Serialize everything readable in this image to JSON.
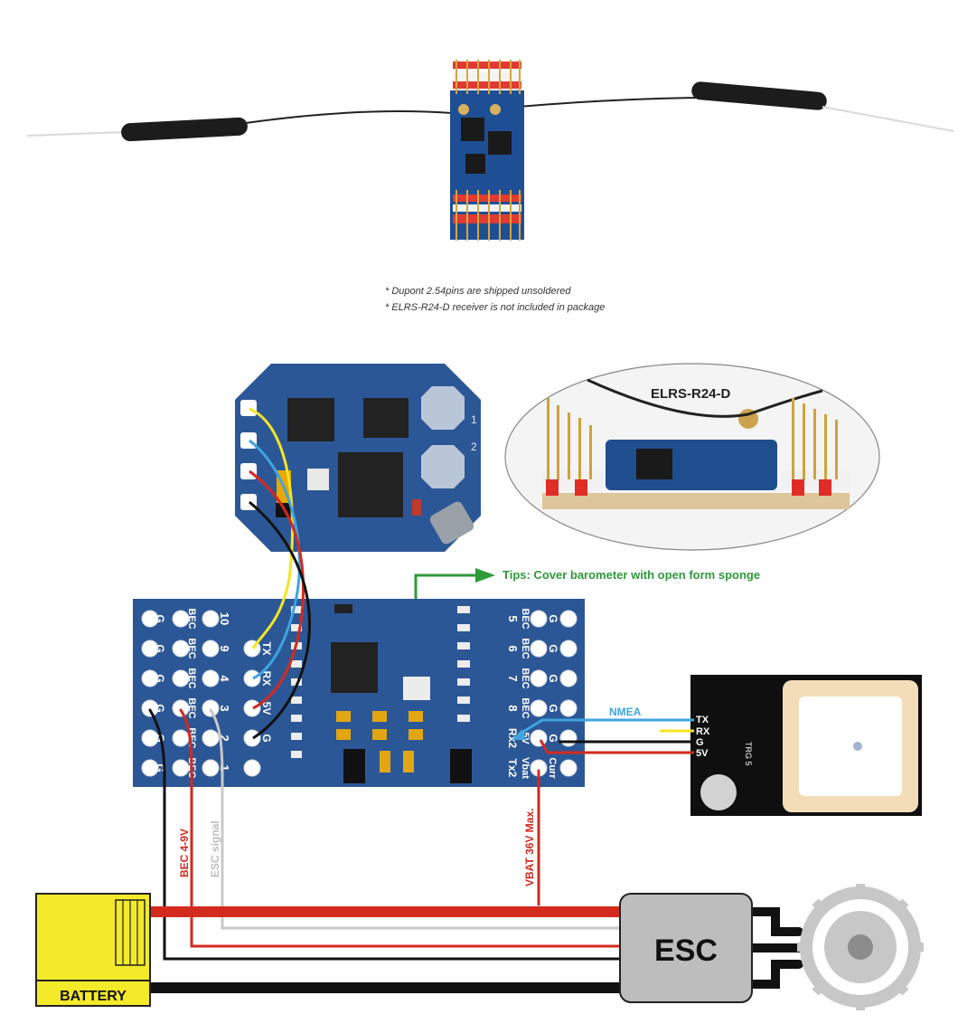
{
  "notes": {
    "line1": "* Dupont 2.54pins are shipped unsoldered",
    "line2": "* ELRS-R24-D receiver is not included in package"
  },
  "receiver": {
    "label": "ELRS-R24-D"
  },
  "tips": {
    "text": "Tips: Cover barometer with open form sponge"
  },
  "fc": {
    "left_cols": [
      [
        "G",
        "G",
        "G",
        "G",
        "G",
        "G"
      ],
      [
        "BEC",
        "BEC",
        "BEC",
        "BEC",
        "BEC",
        "BEC"
      ],
      [
        "10",
        "9",
        "4",
        "3",
        "2",
        "1"
      ]
    ],
    "left_row_labels": [
      "10",
      "9",
      "4",
      "3",
      "2",
      "1"
    ],
    "uart_labels": [
      "TX",
      "RX",
      "5V",
      "G"
    ],
    "right_row_labels": [
      "5",
      "6",
      "7",
      "8",
      "Rx2",
      "Tx2"
    ],
    "right_bec": [
      "BEC",
      "BEC",
      "BEC",
      "BEC",
      "5V",
      "Vbat"
    ],
    "right_g": [
      "G",
      "G",
      "G",
      "G",
      "G",
      "Curr"
    ]
  },
  "gps": {
    "pins": [
      "TX",
      "RX",
      "G",
      "5V"
    ],
    "module_text": "TRG 5",
    "link_label": "NMEA"
  },
  "wires": {
    "bec_label": "BEC 4-9V",
    "esc_signal_label": "ESC signal",
    "vbat_label": "VBAT 36V Max."
  },
  "battery": {
    "label": "BATTERY"
  },
  "esc": {
    "label": "ESC"
  },
  "colors": {
    "board_blue": "#2c5796",
    "wire_red": "#d32a1e",
    "wire_black": "#111111",
    "wire_gray": "#c8c8c8",
    "wire_yellow": "#f4e524",
    "wire_blue": "#3fa4e0",
    "tips_green": "#2e9a3a",
    "battery_yellow": "#f4ea2a",
    "esc_gray": "#bdbdbd"
  }
}
